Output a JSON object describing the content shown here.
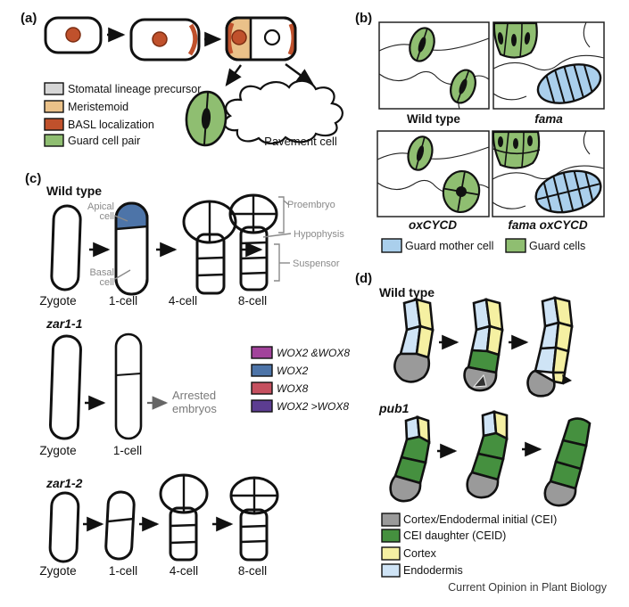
{
  "figure": {
    "footer": "Current Opinion in Plant Biology"
  },
  "colors": {
    "precursor_grey": "#d6d6d6",
    "meristemoid_tan": "#eac189",
    "basl_red": "#c0512c",
    "guard_green": "#8fbe71",
    "gmc_blue": "#aacfec",
    "wox_both_magenta": "#a2439b",
    "wox2_blue": "#4d74a8",
    "wox8_red": "#c5505f",
    "wox2_gt_wox8_violet": "#5c3d91",
    "cei_grey": "#9a9a9a",
    "ceid_green": "#45903f",
    "cortex_yellow": "#f5f0a2",
    "endodermis_blue": "#cfe4f6"
  },
  "panel_a": {
    "label": "(a)",
    "pavement_cell_label": "Pavement cell",
    "legend": [
      {
        "label": "Stomatal lineage precursor",
        "color": "#d6d6d6"
      },
      {
        "label": "Meristemoid",
        "color": "#eac189"
      },
      {
        "label": "BASL localization",
        "color": "#c0512c"
      },
      {
        "label": "Guard cell pair",
        "color": "#8fbe71"
      }
    ]
  },
  "panel_b": {
    "label": "(b)",
    "boxes": [
      {
        "label": "Wild type"
      },
      {
        "label": "fama"
      },
      {
        "label": "oxCYCD"
      },
      {
        "label": "fama oxCYCD"
      }
    ],
    "legend": [
      {
        "label": "Guard mother cell",
        "color": "#aacfec"
      },
      {
        "label": "Guard cells",
        "color": "#8fbe71"
      }
    ]
  },
  "panel_c": {
    "label": "(c)",
    "rows": [
      {
        "title": "Wild type",
        "stage_labels": [
          "Zygote",
          "1-cell",
          "4-cell",
          "8-cell"
        ]
      },
      {
        "title": "zar1-1",
        "stage_labels": [
          "Zygote",
          "1-cell"
        ],
        "note_line1": "Arrested",
        "note_line2": "embryos"
      },
      {
        "title": "zar1-2",
        "stage_labels": [
          "Zygote",
          "1-cell",
          "4-cell",
          "8-cell"
        ]
      }
    ],
    "annotations": {
      "apical_line1": "Apical",
      "apical_line2": "cell",
      "basal_line1": "Basal",
      "basal_line2": "cell",
      "proembryo": "Proembryo",
      "hypophysis": "Hypophysis",
      "suspensor": "Suspensor"
    },
    "legend": [
      {
        "label": "WOX2 &WOX8",
        "color": "#a2439b"
      },
      {
        "label": "WOX2",
        "color": "#4d74a8"
      },
      {
        "label": "WOX8",
        "color": "#c5505f"
      },
      {
        "label": "WOX2 >WOX8",
        "color": "#5c3d91"
      }
    ]
  },
  "panel_d": {
    "label": "(d)",
    "rows": [
      {
        "title": "Wild type"
      },
      {
        "title": "pub1"
      }
    ],
    "legend": [
      {
        "label": "Cortex/Endodermal initial (CEI)",
        "color": "#9a9a9a"
      },
      {
        "label": "CEI daughter (CEID)",
        "color": "#45903f"
      },
      {
        "label": "Cortex",
        "color": "#f5f0a2"
      },
      {
        "label": "Endodermis",
        "color": "#cfe4f6"
      }
    ]
  }
}
